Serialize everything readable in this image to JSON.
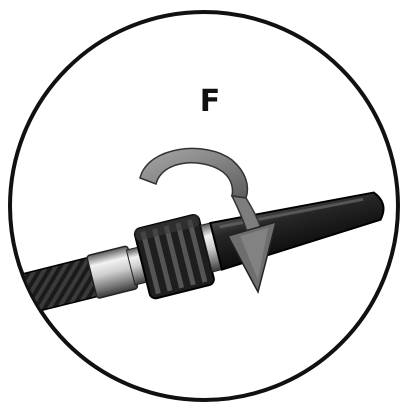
{
  "diagram": {
    "step_label": "F",
    "icons": {
      "frame": "circle-frame",
      "hose": "braided-hose",
      "ferrule": "metal-ferrule",
      "nut": "knurled-coupling-nut",
      "nozzle": "tapered-nozzle",
      "arrow": "rotate-clockwise-arrow"
    },
    "colors": {
      "ink": "#111111",
      "arrow_fill": "#8a8a8a",
      "arrow_shade": "#5e5e5e",
      "metal_light": "#e8e8e8",
      "metal_dark": "#6b6b6b",
      "rubber": "#1a1a1a"
    }
  }
}
